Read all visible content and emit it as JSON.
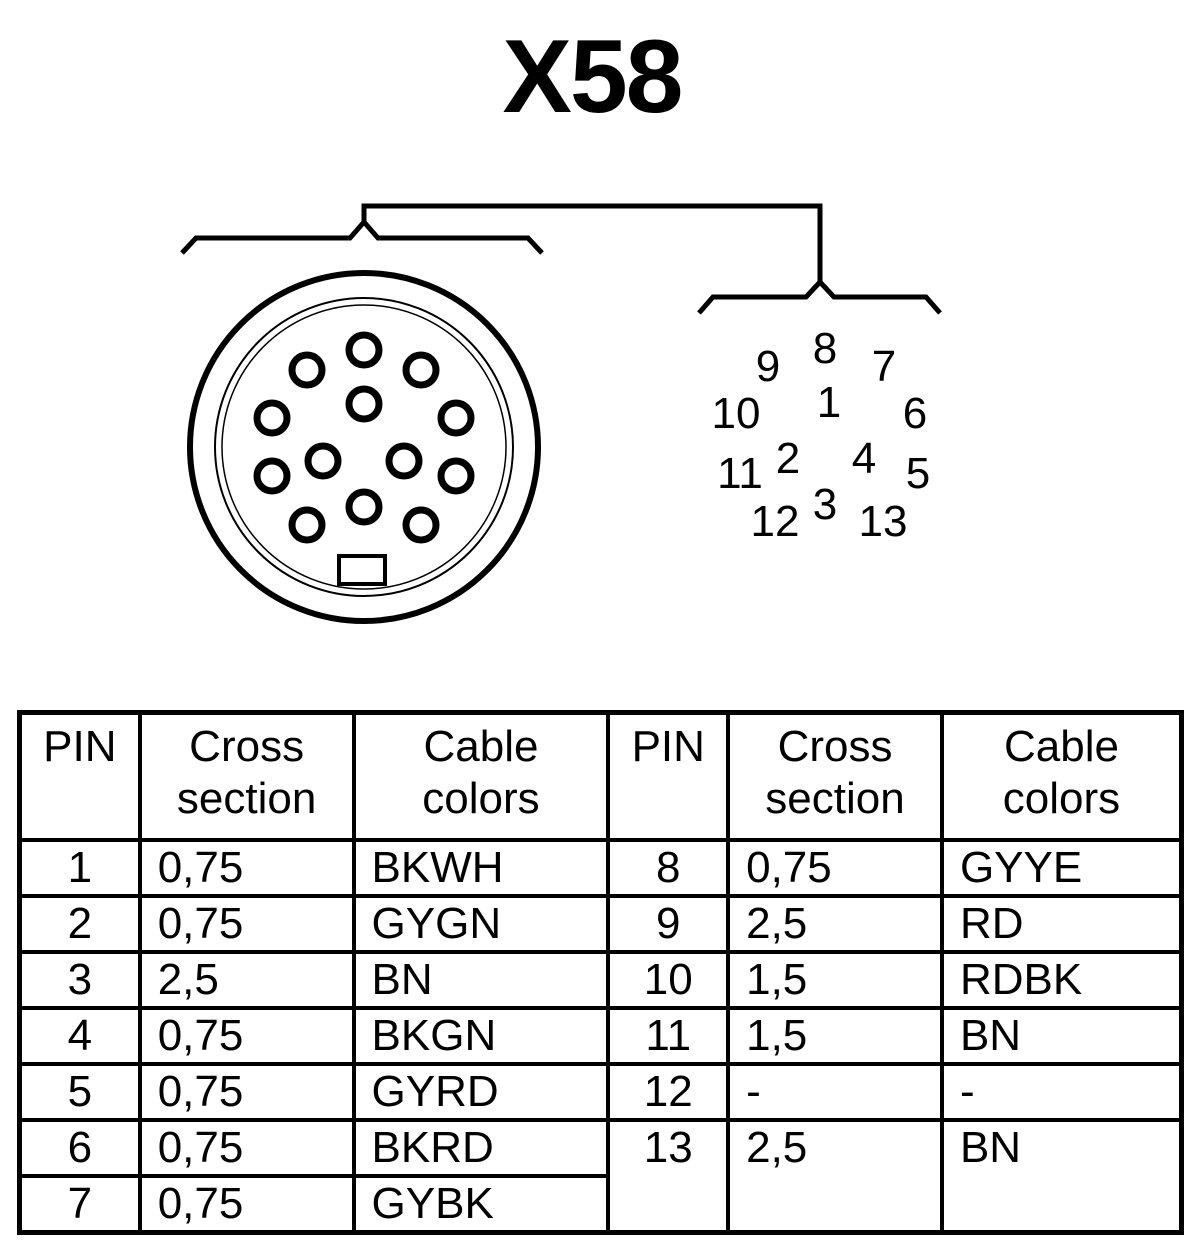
{
  "title": "X58",
  "front_view": {
    "pin_numbers": [
      {
        "pin": "8"
      },
      {
        "pin": "9"
      },
      {
        "pin": "7"
      },
      {
        "pin": "10"
      },
      {
        "pin": "1"
      },
      {
        "pin": "6"
      },
      {
        "pin": "11"
      },
      {
        "pin": "2"
      },
      {
        "pin": "4"
      },
      {
        "pin": "5"
      },
      {
        "pin": "12"
      },
      {
        "pin": "3"
      },
      {
        "pin": "13"
      }
    ]
  },
  "table": {
    "headers": {
      "pin": "PIN",
      "cross_section_line1": "Cross",
      "cross_section_line2": "section",
      "cable_colors_line1": "Cable",
      "cable_colors_line2": "colors"
    },
    "left_rows": [
      {
        "pin": "1",
        "cross_section": "0,75",
        "color": "BKWH"
      },
      {
        "pin": "2",
        "cross_section": "0,75",
        "color": "GYGN"
      },
      {
        "pin": "3",
        "cross_section": "2,5",
        "color": "BN"
      },
      {
        "pin": "4",
        "cross_section": "0,75",
        "color": "BKGN"
      },
      {
        "pin": "5",
        "cross_section": "0,75",
        "color": "GYRD"
      },
      {
        "pin": "6",
        "cross_section": "0,75",
        "color": "BKRD"
      },
      {
        "pin": "7",
        "cross_section": "0,75",
        "color": "GYBK"
      }
    ],
    "right_rows": [
      {
        "pin": "8",
        "cross_section": "0,75",
        "color": "GYYE"
      },
      {
        "pin": "9",
        "cross_section": "2,5",
        "color": "RD"
      },
      {
        "pin": "10",
        "cross_section": "1,5",
        "color": "RDBK"
      },
      {
        "pin": "11",
        "cross_section": "1,5",
        "color": "BN"
      },
      {
        "pin": "12",
        "cross_section": "-",
        "color": "-"
      },
      {
        "pin": "13",
        "cross_section": "2,5",
        "color": "BN"
      }
    ]
  }
}
